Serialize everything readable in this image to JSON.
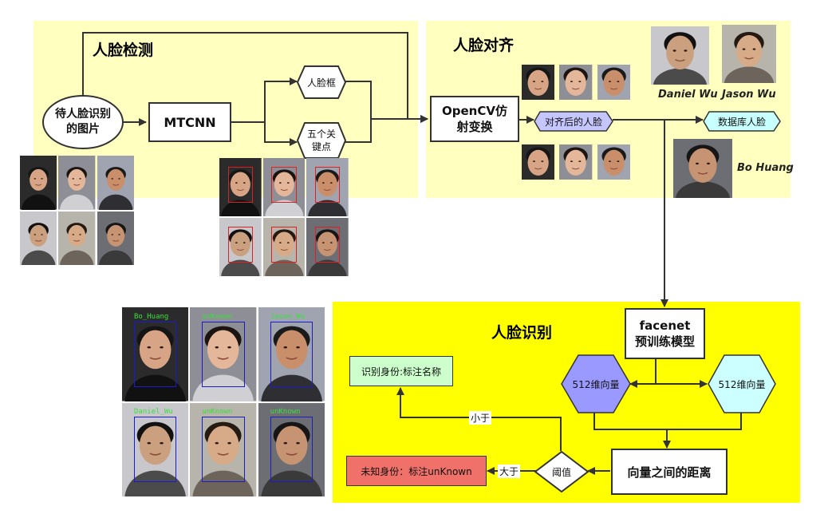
{
  "sections": {
    "detection": "人脸检测",
    "alignment": "人脸对齐",
    "recognition": "人脸识别"
  },
  "nodes": {
    "input_image": "待人脸识别的图片",
    "mtcnn": "MTCNN",
    "face_box": "人脸框",
    "keypoints": "五个关键点",
    "opencv": "OpenCV仿射变换",
    "aligned_faces": "对齐后的人脸",
    "database_faces": "数据库人脸",
    "facenet": "facenet预训练模型",
    "vector_left": "512维向量",
    "vector_right": "512维向量",
    "distance": "向量之间的距离",
    "threshold": "阈值",
    "identified": "识别身份:标注名称",
    "unknown": "未知身份：标注unKnown"
  },
  "edge_labels": {
    "less": "小于",
    "greater": "大于"
  },
  "database_names": {
    "daniel": "Daniel Wu",
    "jason": "Jason Wu",
    "bo": "Bo Huang"
  },
  "result_tags": [
    "Bo_Huang",
    "unKnown",
    "Jason_Wu",
    "Daniel_Wu",
    "unKnown",
    "unKnown"
  ],
  "colors": {
    "pale_yellow": "#ffffc0",
    "bright_yellow": "#ffff00",
    "aligned_tag": "#c6c6ff",
    "database_tag": "#c8ffff",
    "vector_left": "#9999ff",
    "vector_right": "#ccffff",
    "identified_box": "#ccffcc",
    "unknown_box": "#f0706a",
    "face_box_red": "#e02020",
    "result_box_blue": "#1a1ad0",
    "result_text_green": "#39e03a"
  }
}
